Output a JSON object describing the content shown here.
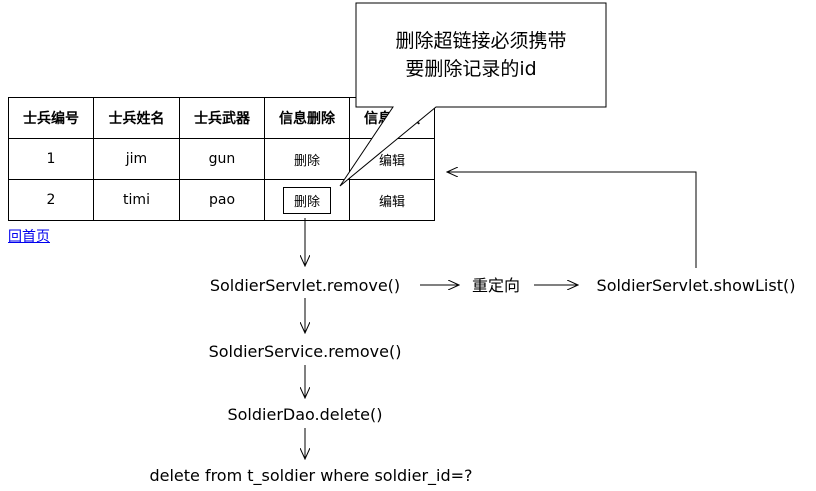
{
  "table": {
    "headers": [
      "士兵编号",
      "士兵姓名",
      "士兵武器",
      "信息删除",
      "信息修改"
    ],
    "rows": [
      {
        "id": "1",
        "name": "jim",
        "weapon": "gun",
        "delete": "删除",
        "edit": "编辑"
      },
      {
        "id": "2",
        "name": "timi",
        "weapon": "pao",
        "delete": "删除",
        "edit": "编辑"
      }
    ]
  },
  "home_link": "回首页",
  "callout": {
    "line1": "删除超链接必须携带",
    "line2": "要删除记录的id"
  },
  "flow": {
    "remove": "SoldierServlet.remove()",
    "redirect": "重定向",
    "show_list": "SoldierServlet.showList()",
    "service_remove": "SoldierService.remove()",
    "dao_delete": "SoldierDao.delete()",
    "sql": "delete from t_soldier where soldier_id=?"
  }
}
